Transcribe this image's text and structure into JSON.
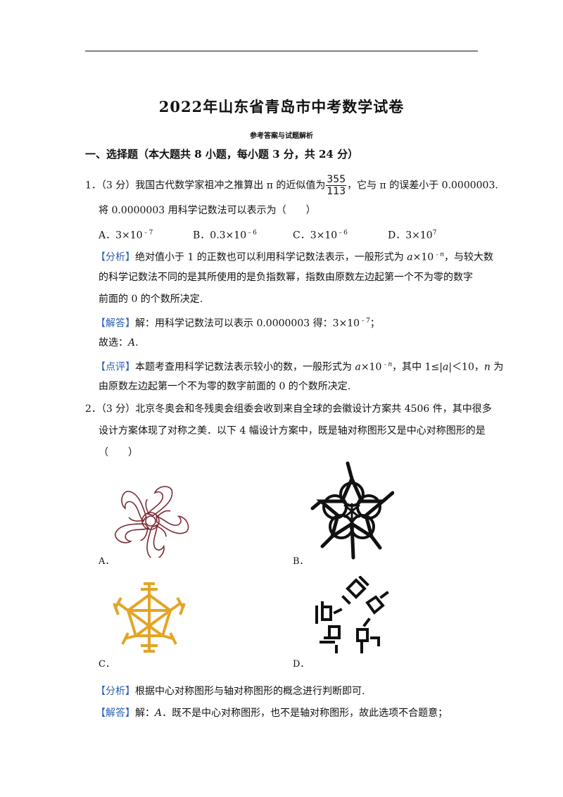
{
  "document": {
    "title": "2022年山东省青岛市中考数学试卷",
    "subtitle": "参考答案与试题解析",
    "section_heading": "一、选择题（本大题共 8 小题，每小题 3 分，共 24 分）"
  },
  "q1": {
    "line1_prefix": "1．（3 分）我国古代数学家祖冲之推算出 π 的近似值为",
    "frac_num": "355",
    "frac_den": "113",
    "line1_suffix": "，它与 π 的误差小于 0.0000003.",
    "line2": "将 0.0000003 用科学记数法可以表示为（　　）",
    "options": {
      "a_label": "A．",
      "a_base": "3×10",
      "a_exp": "﹣7",
      "b_label": "B．",
      "b_base": "0.3×10",
      "b_exp": "﹣6",
      "c_label": "C．",
      "c_base": "3×10",
      "c_exp": "﹣6",
      "d_label": "D．",
      "d_base": "3×10",
      "d_exp": "7"
    },
    "analysis_tag": "【分析】",
    "analysis_l1_a": "绝对值小于 1 的正数也可以利用科学记数法表示，一般形式为 ",
    "analysis_l1_var": "a",
    "analysis_l1_times": "×10",
    "analysis_l1_exp": "﹣n",
    "analysis_l1_b": "，与较大数",
    "analysis_l2": "的科学记数法不同的是其所使用的是负指数幂，指数由原数左边起第一个不为零的数字",
    "analysis_l3": "前面的 0 的个数所决定.",
    "answer_tag": "【解答】",
    "answer_text": "解：用科学记数法可以表示 0.0000003 得：3×10",
    "answer_exp": "﹣7",
    "answer_end": "；",
    "choice_prefix": "故选：",
    "choice_letter": "A",
    "choice_end": ".",
    "comment_tag": "【点评】",
    "comment_l1_a": "本题考查用科学记数法表示较小的数，一般形式为 ",
    "comment_l1_var": "a",
    "comment_l1_times": "×10",
    "comment_l1_exp": "﹣n",
    "comment_l1_b": "，其中 1≤|",
    "comment_l1_var2": "a",
    "comment_l1_c": "|＜10，",
    "comment_l1_var3": "n",
    "comment_l1_d": " 为",
    "comment_l2": "由原数左边起第一个不为零的数字前面的 0 的个数所决定."
  },
  "q2": {
    "line1": "2．（3 分）北京冬奥会和冬残奥会组委会收到来自全球的会徽设计方案共 4506 件，其中很多",
    "line2": "设计方案体现了对称之美．以下 4 幅设计方案中，既是轴对称图形又是中心对称图形的是",
    "line3": "（　　）",
    "label_a": "A．",
    "label_b": "B．",
    "label_c": "C．",
    "label_d": "D．",
    "analysis_tag": "【分析】",
    "analysis_text": "根据中心对称图形与轴对称图形的概念进行判断即可.",
    "answer_tag": "【解答】",
    "answer_prefix": "解：",
    "answer_letter": "A",
    "answer_text": "．既不是中心对称图形，也不是轴对称图形，故此选项不合题意；"
  },
  "colors": {
    "tag_blue": "#2a5fb0",
    "figure_a": "#7a2a32",
    "figure_c": "#e3a526"
  }
}
